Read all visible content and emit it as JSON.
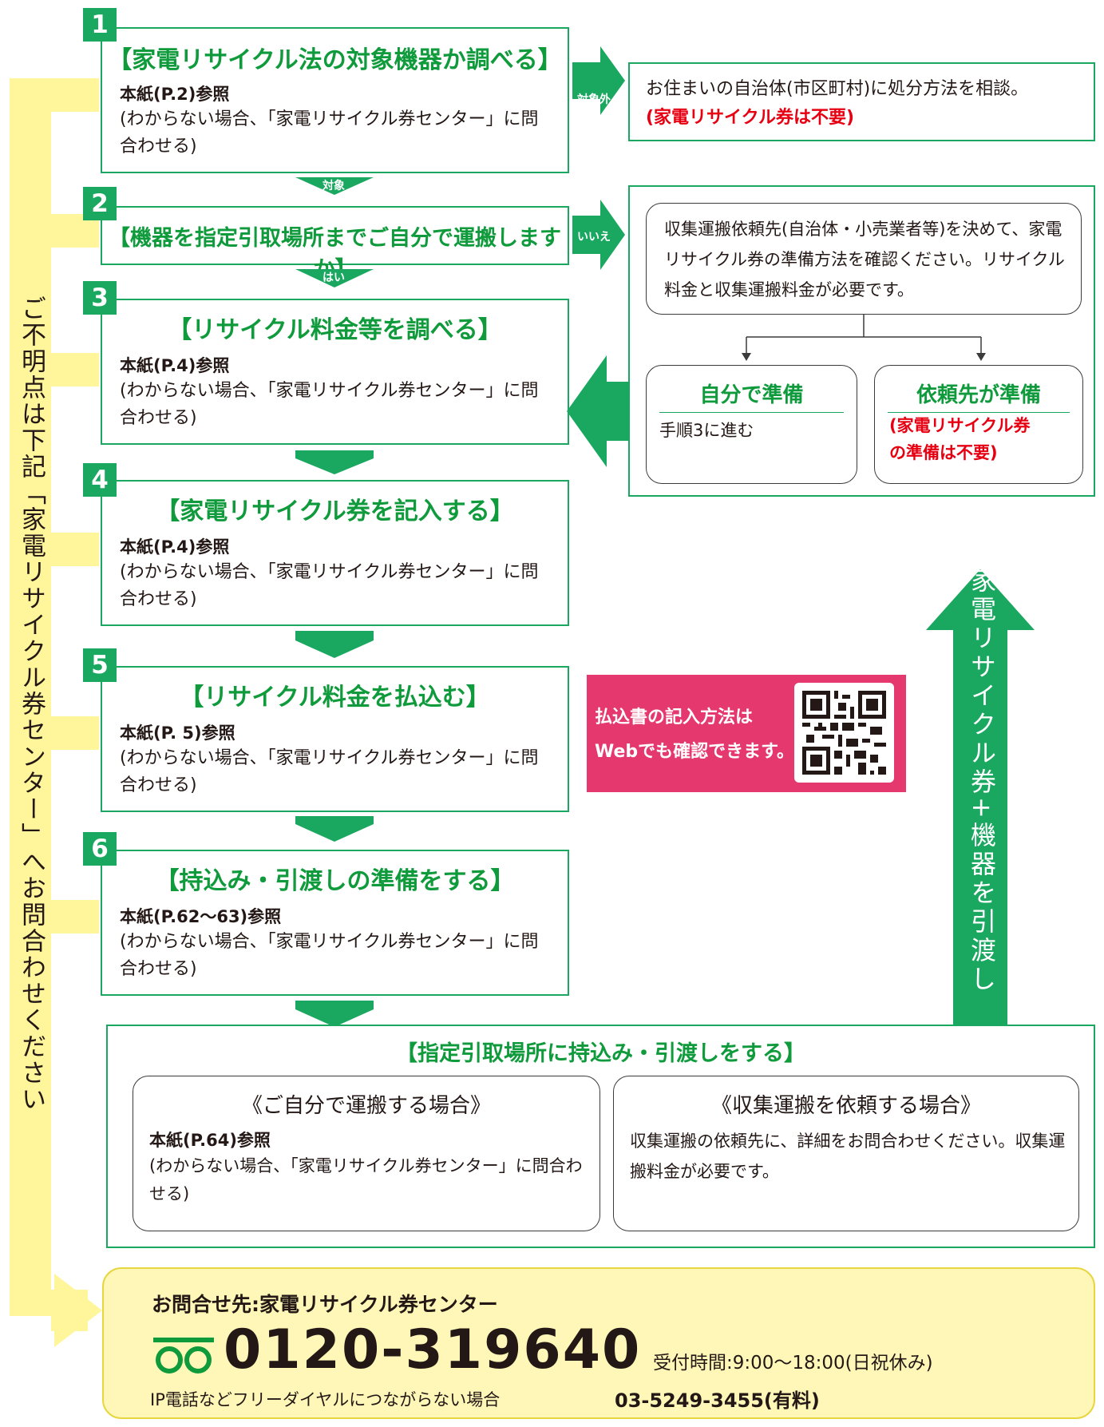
{
  "side_banner": {
    "text": "ご不明点は下記「家電リサイクル券センター」へお問合わせください"
  },
  "steps": [
    {
      "num": "1",
      "title": "【家電リサイクル法の対象機器か調べる】",
      "ref": "本紙(P.2)参照",
      "note": "(わからない場合、「家電リサイクル券センター」に問合わせる)"
    },
    {
      "num": "2",
      "title": "【機器を指定引取場所までご自分で運搬しますか】"
    },
    {
      "num": "3",
      "title": "【リサイクル料金等を調べる】",
      "ref": "本紙(P.4)参照",
      "note": "(わからない場合、「家電リサイクル券センター」に問合わせる)"
    },
    {
      "num": "4",
      "title": "【家電リサイクル券を記入する】",
      "ref": "本紙(P.4)参照",
      "note": "(わからない場合、「家電リサイクル券センター」に問合わせる)"
    },
    {
      "num": "5",
      "title": "【リサイクル料金を払込む】",
      "ref": "本紙(P. 5)参照",
      "note": "(わからない場合、「家電リサイクル券センター」に問合わせる)"
    },
    {
      "num": "6",
      "title": "【持込み・引渡しの準備をする】",
      "ref": "本紙(P.62〜63)参照",
      "note": "(わからない場合、「家電リサイクル券センター」に問合わせる)"
    }
  ],
  "arrow_labels": {
    "taisho": "対象",
    "hai": "はい",
    "taishogai": "対象外",
    "iie": "いいえ"
  },
  "outside": {
    "line1": "お住まいの自治体(市区町村)に処分方法を相談。",
    "line2": "(家電リサイクル券は不要)"
  },
  "no_branch": {
    "text": "収集運搬依頼先(自治体・小売業者等)を決めて、家電リサイクル券の準備方法を確認ください。リサイクル料金と収集運搬料金が必要です。",
    "self_title": "自分で準備",
    "self_text": "手順3に進む",
    "other_title": "依頼先が準備",
    "other_text": "(家電リサイクル券の準備は不要)"
  },
  "web_notice": {
    "line1": "払込書の記入方法は",
    "line2": "Webでも確認できます。"
  },
  "hand_over": {
    "text": "家電リサイクル券+機器を引渡し"
  },
  "final": {
    "title": "【指定引取場所に持込み・引渡しをする】",
    "self_title": "《ご自分で運搬する場合》",
    "self_ref": "本紙(P.64)参照",
    "self_note": "(わからない場合、「家電リサイクル券センター」に問合わせる)",
    "req_title": "《収集運搬を依頼する場合》",
    "req_text": "収集運搬の依頼先に、詳細をお問合わせください。収集運搬料金が必要です。"
  },
  "contact": {
    "heading": "お問合せ先:家電リサイクル券センター",
    "phone": "0120-319640",
    "hours": "受付時間:9:00〜18:00(日祝休み)",
    "ip_label": "IP電話などフリーダイヤルにつながらない場合",
    "ip_phone": "03-5249-3455(有料)"
  },
  "colors": {
    "green": "#1aa860",
    "yellow": "#fff59b",
    "red": "#e60012",
    "pink": "#e4386e"
  }
}
